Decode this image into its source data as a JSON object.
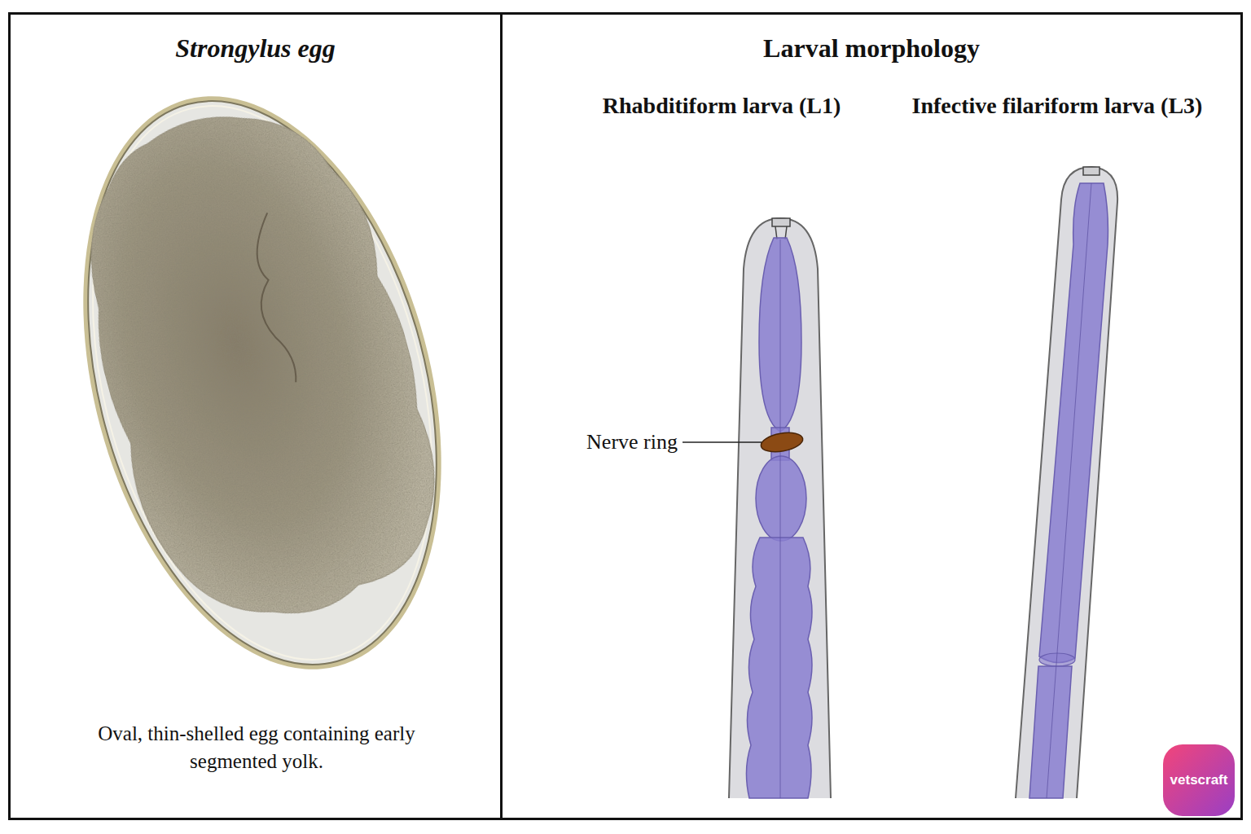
{
  "diagram": {
    "nodes": [
      {
        "text": [
          "Strongylus egg",
          "Oval, thin-shelled egg containing early segmented yolk."
        ]
      },
      {
        "text": [
          "Larval morphology"
        ]
      }
    ],
    "labels": [
      "Rhabditiform larva (L1)",
      "Infective filariform larva (L3)",
      "Nerve ring",
      "vetscraft"
    ]
  }
}
